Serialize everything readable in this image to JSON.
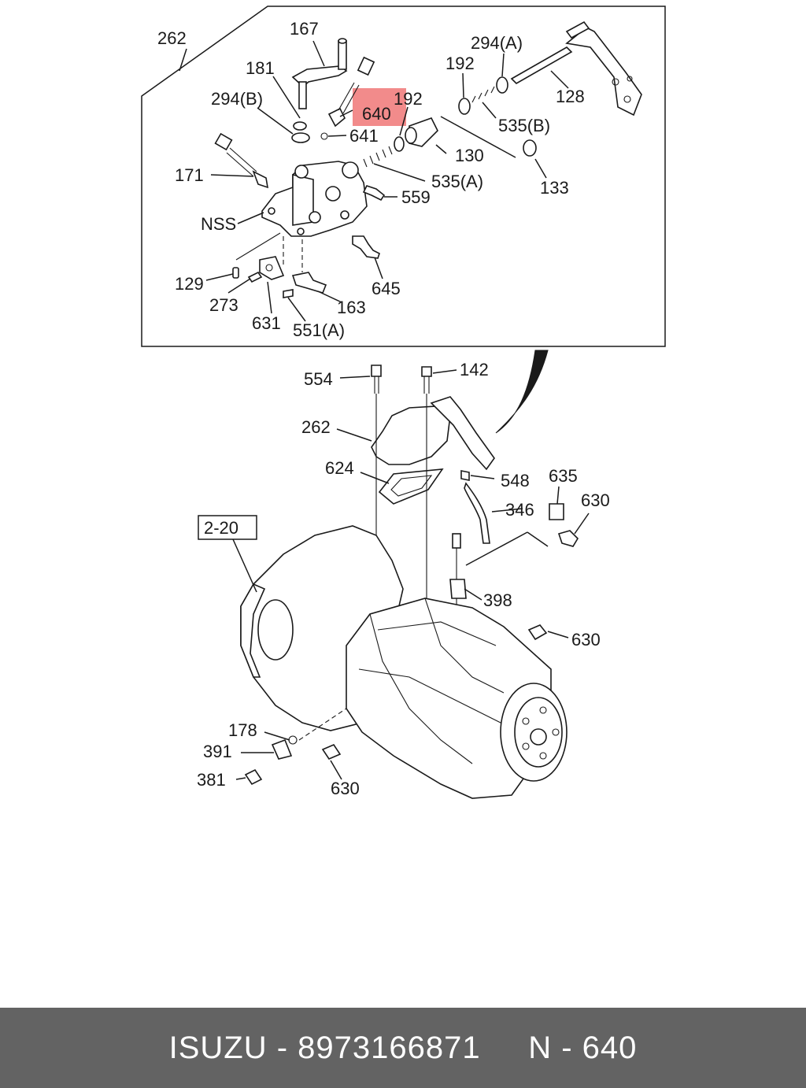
{
  "diagram": {
    "highlight_color": "#f28b8b",
    "callouts": [
      {
        "id": "c262a",
        "text": "262"
      },
      {
        "id": "c167",
        "text": "167"
      },
      {
        "id": "c181",
        "text": "181"
      },
      {
        "id": "c294b",
        "text": "294(B)"
      },
      {
        "id": "c640",
        "text": "640",
        "highlighted": true
      },
      {
        "id": "c192a",
        "text": "192"
      },
      {
        "id": "c192b",
        "text": "192"
      },
      {
        "id": "c294a",
        "text": "294(A)"
      },
      {
        "id": "c128",
        "text": "128"
      },
      {
        "id": "c535b",
        "text": "535(B)"
      },
      {
        "id": "c641",
        "text": "641"
      },
      {
        "id": "c130",
        "text": "130"
      },
      {
        "id": "c133",
        "text": "133"
      },
      {
        "id": "c171",
        "text": "171"
      },
      {
        "id": "c535a",
        "text": "535(A)"
      },
      {
        "id": "c559",
        "text": "559"
      },
      {
        "id": "cnss",
        "text": "NSS"
      },
      {
        "id": "c129",
        "text": "129"
      },
      {
        "id": "c273",
        "text": "273"
      },
      {
        "id": "c645",
        "text": "645"
      },
      {
        "id": "c163",
        "text": "163"
      },
      {
        "id": "c631",
        "text": "631"
      },
      {
        "id": "c551a",
        "text": "551(A)"
      },
      {
        "id": "c554",
        "text": "554"
      },
      {
        "id": "c142",
        "text": "142"
      },
      {
        "id": "c262b",
        "text": "262"
      },
      {
        "id": "c624",
        "text": "624"
      },
      {
        "id": "c548",
        "text": "548"
      },
      {
        "id": "c635",
        "text": "635"
      },
      {
        "id": "c630a",
        "text": "630"
      },
      {
        "id": "c346",
        "text": "346"
      },
      {
        "id": "c220",
        "text": "2-20",
        "boxed": true
      },
      {
        "id": "c398",
        "text": "398"
      },
      {
        "id": "c630b",
        "text": "630"
      },
      {
        "id": "c178",
        "text": "178"
      },
      {
        "id": "c391",
        "text": "391"
      },
      {
        "id": "c381",
        "text": "381"
      },
      {
        "id": "c630c",
        "text": "630"
      }
    ]
  },
  "footer": {
    "brand": "ISUZU",
    "separator": "-",
    "part_number": "8973166871",
    "ref_prefix": "N",
    "ref_number": "640",
    "background": "#636363"
  }
}
